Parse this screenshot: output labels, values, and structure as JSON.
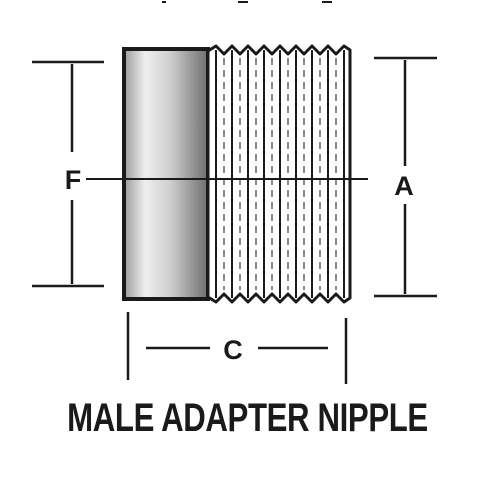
{
  "diagram": {
    "dimension_labels": {
      "f": "F",
      "a": "A",
      "c": "C"
    },
    "caption": "MALE ADAPTER NIPPLE",
    "colors": {
      "ink": "#1a1a1a",
      "body_light": "#e8e8e8",
      "body_dark": "#6e6e6e",
      "thread": "#8a8a8a"
    }
  }
}
